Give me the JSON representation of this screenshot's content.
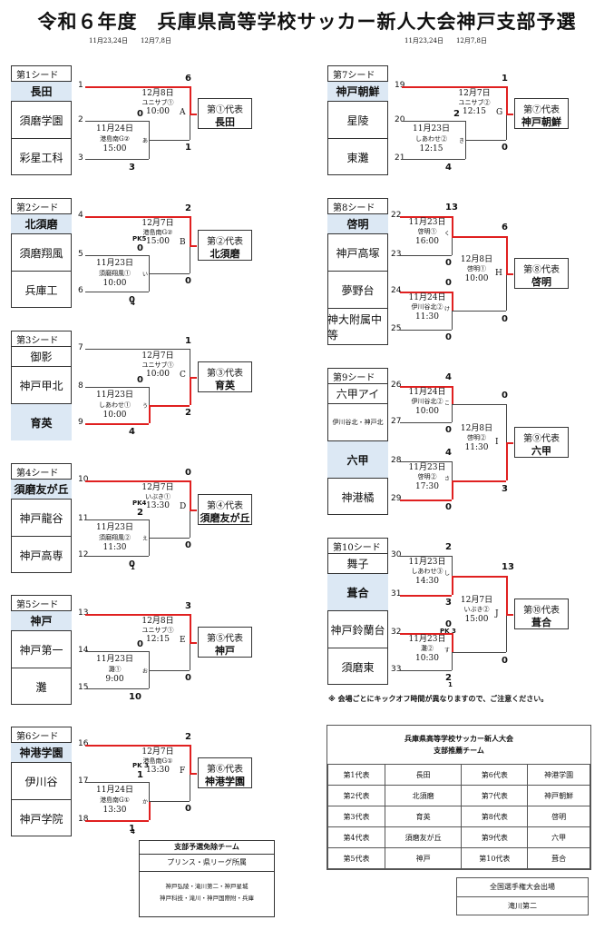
{
  "title": "令和６年度　兵庫県高等学校サッカー新人大会神戸支部予選",
  "dates": {
    "left": "11月23,24日　　12月7,8日",
    "right": "11月23,24日　　12月7,8日"
  },
  "blocks": [
    {
      "seed": "第1シード",
      "teams": [
        "長田",
        "須磨学園",
        "彩星工科"
      ],
      "nums": [
        "1",
        "2",
        "3"
      ],
      "rep_label": "第①代表",
      "rep": "長田",
      "s_top": "6",
      "s_mid": "0",
      "s_mid2": "1",
      "s_bot": "3",
      "sf_info": "11月24日",
      "sf_venue": "港島南G②",
      "sf_time": "15:00",
      "sf_mark": "あ",
      "f_info": "12月8日",
      "f_venue": "ユニサブ①",
      "f_time": "10:00",
      "f_mark": "A",
      "pk_a": "",
      "pk_b": ""
    },
    {
      "seed": "第2シード",
      "teams": [
        "北須磨",
        "須磨翔風",
        "兵庫工"
      ],
      "nums": [
        "4",
        "5",
        "6"
      ],
      "rep_label": "第②代表",
      "rep": "北須磨",
      "s_top": "2",
      "s_mid": "0",
      "s_mid2": "0",
      "s_bot": "0",
      "sf_info": "11月23日",
      "sf_venue": "須磨翔風①",
      "sf_time": "10:00",
      "sf_mark": "い",
      "f_info": "12月7日",
      "f_venue": "港島南G②",
      "f_time": "15:00",
      "f_mark": "B",
      "pk_a": "PK5",
      "pk_b": "4"
    },
    {
      "seed": "第3シード",
      "teams": [
        "御影",
        "神戸甲北",
        "育英"
      ],
      "nums": [
        "7",
        "8",
        "9"
      ],
      "rep_label": "第③代表",
      "rep": "育英",
      "s_top": "1",
      "s_mid": "0",
      "s_mid2": "2",
      "s_bot": "4",
      "sf_info": "11月23日",
      "sf_venue": "しあわせ①",
      "sf_time": "10:00",
      "sf_mark": "う",
      "f_info": "12月7日",
      "f_venue": "ユニサブ①",
      "f_time": "10:00",
      "f_mark": "C",
      "pk_a": "",
      "pk_b": ""
    },
    {
      "seed": "第4シード",
      "teams": [
        "須磨友が丘",
        "神戸龍谷",
        "神戸高専"
      ],
      "nums": [
        "10",
        "11",
        "12"
      ],
      "rep_label": "第④代表",
      "rep": "須磨友が丘",
      "s_top": "0",
      "s_mid": "2",
      "s_mid2": "0",
      "s_bot": "0",
      "sf_info": "11月23日",
      "sf_venue": "須磨翔風②",
      "sf_time": "11:30",
      "sf_mark": "え",
      "f_info": "12月7日",
      "f_venue": "いぶき①",
      "f_time": "13:30",
      "f_mark": "D",
      "pk_a": "PK4",
      "pk_b": "1"
    },
    {
      "seed": "第5シード",
      "teams": [
        "神戸",
        "神戸第一",
        "灘"
      ],
      "nums": [
        "13",
        "14",
        "15"
      ],
      "rep_label": "第⑤代表",
      "rep": "神戸",
      "s_top": "3",
      "s_mid": "0",
      "s_mid2": "0",
      "s_bot": "10",
      "sf_info": "11月23日",
      "sf_venue": "灘①",
      "sf_time": "9:00",
      "sf_mark": "お",
      "f_info": "12月8日",
      "f_venue": "ユニサブ①",
      "f_time": "12:15",
      "f_mark": "E",
      "pk_a": "",
      "pk_b": ""
    },
    {
      "seed": "第6シード",
      "teams": [
        "神港学園",
        "伊川谷",
        "神戸学院"
      ],
      "nums": [
        "16",
        "17",
        "18"
      ],
      "rep_label": "第⑥代表",
      "rep": "神港学園",
      "s_top": "2",
      "s_mid": "1",
      "s_mid2": "0",
      "s_bot": "1",
      "sf_info": "11月24日",
      "sf_venue": "港島南G①",
      "sf_time": "13:30",
      "sf_mark": "か",
      "f_info": "12月7日",
      "f_venue": "港島南G①",
      "f_time": "13:30",
      "f_mark": "F",
      "pk_a": "PK 3",
      "pk_b": "4"
    },
    {
      "seed": "第7シード",
      "teams": [
        "神戸朝鮮",
        "星陵",
        "東灘"
      ],
      "nums": [
        "19",
        "20",
        "21"
      ],
      "rep_label": "第⑦代表",
      "rep": "神戸朝鮮",
      "s_top": "1",
      "s_mid": "2",
      "s_mid2": "0",
      "s_bot": "4",
      "sf_info": "11月23日",
      "sf_venue": "しあわせ②",
      "sf_time": "12:15",
      "sf_mark": "き",
      "f_info": "12月7日",
      "f_venue": "ユニサブ②",
      "f_time": "12:15",
      "f_mark": "G",
      "pk_a": "",
      "pk_b": ""
    },
    {
      "seed": "第8シード",
      "teams": [
        "啓明",
        "神戸高塚",
        "夢野台",
        "神大附属中等"
      ],
      "nums": [
        "22",
        "23",
        "24",
        "25"
      ],
      "rep_label": "第⑧代表",
      "rep": "啓明",
      "s": [
        "13",
        "0",
        "0",
        "0"
      ],
      "s_semi": [
        "6",
        "0"
      ],
      "m1": {
        "info": "11月23日",
        "venue": "啓明①",
        "time": "16:00",
        "mark": "く"
      },
      "m2": {
        "info": "11月24日",
        "venue": "伊川谷北②",
        "time": "11:30",
        "mark": "け"
      },
      "f": {
        "info": "12月8日",
        "venue": "啓明①",
        "time": "10:00",
        "mark": "H"
      }
    },
    {
      "seed": "第9シード",
      "teams": [
        "六甲アイ",
        "伊川谷北・神戸北",
        "六甲",
        "神港橘"
      ],
      "nums": [
        "26",
        "27",
        "28",
        "29"
      ],
      "rep_label": "第⑨代表",
      "rep": "六甲",
      "s": [
        "4",
        "0",
        "4",
        "0"
      ],
      "s_semi": [
        "0",
        "3"
      ],
      "m1": {
        "info": "11月24日",
        "venue": "伊川谷北②",
        "time": "10:00",
        "mark": "こ"
      },
      "m2": {
        "info": "11月23日",
        "venue": "啓明②",
        "time": "17:30",
        "mark": "さ"
      },
      "f": {
        "info": "12月8日",
        "venue": "啓明②",
        "time": "11:30",
        "mark": "I"
      }
    },
    {
      "seed": "第10シード",
      "teams": [
        "舞子",
        "葺合",
        "神戸鈴蘭台",
        "須磨東"
      ],
      "nums": [
        "30",
        "31",
        "32",
        "33"
      ],
      "rep_label": "第⑩代表",
      "rep": "葺合",
      "s": [
        "2",
        "3",
        "0",
        "2"
      ],
      "s_semi": [
        "13",
        "0"
      ],
      "pk": [
        "PK 3",
        "1"
      ],
      "m1": {
        "info": "11月23日",
        "venue": "しあわせ③",
        "time": "14:30",
        "mark": "し"
      },
      "m2": {
        "info": "11月23日",
        "venue": "灘②",
        "time": "10:30",
        "mark": "す"
      },
      "f": {
        "info": "12月7日",
        "venue": "いぶき②",
        "time": "15:00",
        "mark": "J"
      }
    }
  ],
  "exempt": {
    "title": "支部予選免除チーム",
    "sub": "プリンス・県リーグ所属",
    "line1": "神戸弘陵・滝川第二・神戸星城",
    "line2": "神戸科技・滝川・神戸国際附・兵庫"
  },
  "notice": "※ 会場ごとにキックオフ時間が異なりますので、ご注意ください。",
  "summary": {
    "title1": "兵庫県高等学校サッカー新人大会",
    "title2": "支部推薦チーム",
    "rows": [
      [
        "第1代表",
        "長田",
        "第6代表",
        "神港学園"
      ],
      [
        "第2代表",
        "北須磨",
        "第7代表",
        "神戸朝鮮"
      ],
      [
        "第3代表",
        "育英",
        "第8代表",
        "啓明"
      ],
      [
        "第4代表",
        "須磨友が丘",
        "第9代表",
        "六甲"
      ],
      [
        "第5代表",
        "神戸",
        "第10代表",
        "葺合"
      ]
    ]
  },
  "national": {
    "title": "全国選手権大会出場",
    "team": "滝川第二"
  }
}
